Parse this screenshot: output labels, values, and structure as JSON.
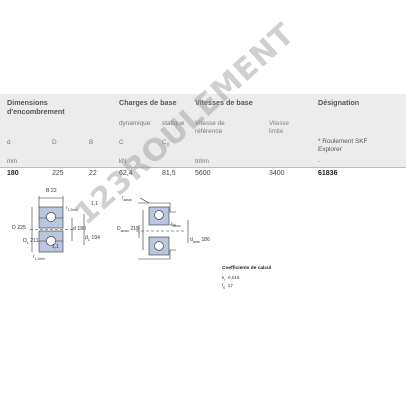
{
  "headers": {
    "dimensions": "Dimensions\nd'encombrement",
    "dimensions_line1": "Dimensions",
    "dimensions_line2": "d'encombrement",
    "charges": "Charges de base",
    "vitesses": "Vitesses de base",
    "designation": "Désignation"
  },
  "subheaders": {
    "dynamique": "dynamique",
    "statique": "statique",
    "vitesse_ref_1": "Vitesse de",
    "vitesse_ref_2": "référence",
    "vitesse_lim_1": "Vitesse",
    "vitesse_lim_2": "limite",
    "designation_1": "* Roulement SKF",
    "designation_2": "Explorer"
  },
  "symbols": {
    "d": "d",
    "D": "D",
    "B": "B",
    "C": "C",
    "C0": "C",
    "C0_sub": "0"
  },
  "units": {
    "mm": "mm",
    "kN": "kN",
    "rpm": "tr/mn",
    "dash": "-"
  },
  "row": {
    "d": "180",
    "D": "225",
    "B": "22",
    "C": "62,4",
    "C0": "81,5",
    "v_ref": "5600",
    "v_lim": "3400",
    "designation": "61836"
  },
  "drawing_left": {
    "B_label": "B",
    "B_val": "22",
    "r12_label": "r",
    "r12_sub": "1,2min",
    "r12_val": "1,1",
    "D_label": "D",
    "D_val": "225",
    "d_label": "d",
    "d_val": "180",
    "D1_label": "D",
    "D1_sub": "1",
    "D1_val": "211",
    "d1_label": "d",
    "d1_sub": "1",
    "d1_val": "194",
    "r12b_label": "r",
    "r12b_sub": "1,2min",
    "r12b_val": "1,1"
  },
  "drawing_right": {
    "ra_top_label": "r",
    "ra_top_sub": "amax",
    "ra_mid_label": "r",
    "ra_mid_sub": "amax",
    "Da_label": "D",
    "Da_sub": "amax",
    "Da_val": "219",
    "da_label": "d",
    "da_sub": "amin",
    "da_val": "186"
  },
  "coefficients": {
    "title": "Coefficients de calcul",
    "kr_label": "k",
    "kr_sub": "r",
    "kr_val": "0,015",
    "f0_label": "f",
    "f0_sub": "0",
    "f0_val": "17"
  },
  "watermark": "123ROULEMENT",
  "colors": {
    "header_band": "#ececec",
    "bearing_fill": "#b9c6de",
    "outline": "#333333",
    "watermark": "#9a9a9a"
  }
}
